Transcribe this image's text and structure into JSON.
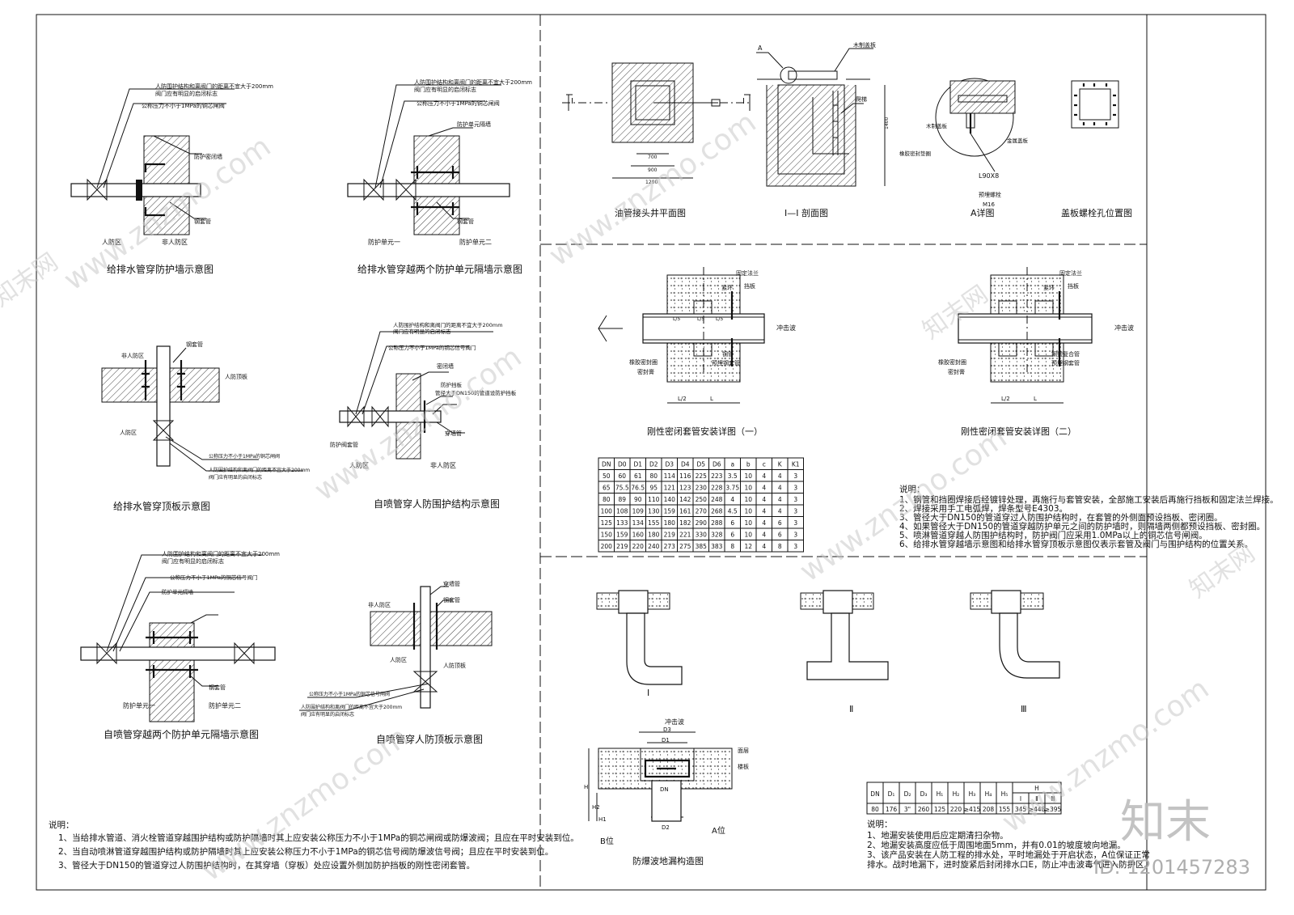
{
  "titles": {
    "wall": "给排水管穿防护墙示意图",
    "two_units": "给排水管穿越两个防护单元隔墙示意图",
    "roof": "给排水管穿顶板示意图",
    "sprinkler_struct": "自喷管穿人防围护结构示意图",
    "sprinkler_two": "自喷管穿越两个防护单元隔墙示意图",
    "sprinkler_roof": "自喷管穿人防顶板示意图",
    "oil_plan": "油管接头井平面图",
    "section": "I—I 剖面图",
    "detailA": "A详图",
    "bolt": "盖板螺栓孔位置图",
    "sleeve1": "刚性密闭套管安装详图（一）",
    "sleeve2": "刚性密闭套管安装详图（二）",
    "drain": "防爆波地漏构造图"
  },
  "labels": {
    "lead1": "人防围护结构和离阀门的距离不宜大于200mm",
    "lead2": "阀门应有明显的启闭标志",
    "lead3": "公称压力不小于1MPa的铜芯闸阀",
    "lead4": "公称压力不小于1MPa的铜芯信号阀门",
    "lead5": "公称压力不小于1MPa的铜芯信号闸阀",
    "lead6": "管径大于DN150的管道设防护挡板",
    "wall": "防护密闭墙",
    "unit_wall": "防护单元隔墙",
    "sleeve": "钢套管",
    "rf_zone": "人防区",
    "nonrf_zone": "非人防区",
    "unit1": "防护单元一",
    "unit2": "防护单元二",
    "rf_roof": "人防顶板",
    "baffle": "防护挡板",
    "wall_sleeve": "穿墙管",
    "closed_wall": "密闭墙",
    "sleeve_valve": "防护阀套管",
    "cover": "木制盖板",
    "ladder": "爬梯",
    "rubber": "橡胶密封垫圈",
    "steel_plate": "金属盖板",
    "angle": "L90X8",
    "bolt_embed": "预埋螺栓",
    "bolt_size": "M16",
    "shock": "冲击波",
    "fixing": "固定法兰",
    "tight": "紧环",
    "baffle_ring": "挡板",
    "rubber_ring": "橡胶密封圈",
    "steel_pipe": "钢管",
    "sealant": "密封膏",
    "embed_sleeve": "预埋钢套管",
    "steel_comp": "钢塑复合管",
    "A": "A",
    "I": "I",
    "roman1": "Ⅰ",
    "roman2": "Ⅱ",
    "roman3": "Ⅲ",
    "floor_face": "面层",
    "floor_slab": "楼板",
    "B_pos": "B位",
    "A_pos": "A位",
    "DN": "DN",
    "D1": "D1",
    "D2": "D2",
    "D3": "D3",
    "H": "H",
    "H1": "H1",
    "H2": "H2",
    "L2": "L/2",
    "L": "L",
    "L5": "L/5",
    "dim_700": "700",
    "dim_900": "900",
    "dim_1200": "1200",
    "dim_1400": "1400"
  },
  "sleeve_table": {
    "headers": [
      "DN",
      "D0",
      "D1",
      "D2",
      "D3",
      "D4",
      "D5",
      "D6",
      "a",
      "b",
      "c",
      "K",
      "K1"
    ],
    "rows": [
      [
        "50",
        "60",
        "61",
        "80",
        "114",
        "116",
        "225",
        "223",
        "3.5",
        "10",
        "4",
        "4",
        "3"
      ],
      [
        "65",
        "75.5",
        "76.5",
        "95",
        "121",
        "123",
        "230",
        "228",
        "3.75",
        "10",
        "4",
        "4",
        "3"
      ],
      [
        "80",
        "89",
        "90",
        "110",
        "140",
        "142",
        "250",
        "248",
        "4",
        "10",
        "4",
        "4",
        "3"
      ],
      [
        "100",
        "108",
        "109",
        "130",
        "159",
        "161",
        "270",
        "268",
        "4.5",
        "10",
        "4",
        "4",
        "3"
      ],
      [
        "125",
        "133",
        "134",
        "155",
        "180",
        "182",
        "290",
        "288",
        "6",
        "10",
        "4",
        "6",
        "3"
      ],
      [
        "150",
        "159",
        "160",
        "180",
        "219",
        "221",
        "330",
        "328",
        "6",
        "10",
        "4",
        "6",
        "3"
      ],
      [
        "200",
        "219",
        "220",
        "240",
        "273",
        "275",
        "385",
        "383",
        "8",
        "12",
        "4",
        "8",
        "3"
      ]
    ]
  },
  "drain_table": {
    "headers": [
      "DN",
      "D₁",
      "D₂",
      "D₃",
      "H₁",
      "H₂",
      "H₃",
      "H₄",
      "H₅",
      "H"
    ],
    "sub": [
      "Ⅰ",
      "Ⅱ",
      "Ⅲ"
    ],
    "row": [
      "80",
      "176",
      "3\"",
      "260",
      "125",
      "220",
      "≥415",
      "208",
      "155",
      "345",
      "≥448",
      "≥395"
    ]
  },
  "notes_left": {
    "head": "说明：",
    "items": [
      "1、当给排水管道、消火栓管道穿越围护结构或防护隔墙时其上应安装公称压力不小于1MPa的铜芯闸阀或防爆波阀；且应在平时安装到位。",
      "2、当自动喷淋管道穿越围护结构或防护隔墙时其上应安装公称压力不小于1MPa的铜芯信号阀防爆波信号阀；且应在平时安装到位。",
      "3、管径大于DN150的管道穿过人防围护结构时，在其穿墙（穿板）处应设置外侧加防护挡板的刚性密闭套管。"
    ]
  },
  "notes_mid": {
    "head": "说明：",
    "items": [
      "1、钢管和挡圈焊接后经镀锌处理，再施行与套管安装，全部施工安装后再施行挡板和固定法兰焊接。",
      "2、焊接采用手工电弧焊，焊条型号E4303。",
      "3、管径大于DN150的管道穿过人防围护结构时，在套管的外侧面预设挡板、密闭圈。",
      "4、如果管径大于DN150的管道穿越防护单元之间的防护墙时，则隔墙两侧都预设挡板、密封圈。",
      "5、喷淋管道穿越人防围护结构时，防护阀门应采用1.0MPa以上的铜芯信号闸阀。",
      "6、给排水管穿越墙示意图和给排水管穿顶板示意图仅表示套管及阀门与围护结构的位置关系。"
    ]
  },
  "notes_right": {
    "head": "说明：",
    "items": [
      "1、地漏安装使用后应定期清扫杂物。",
      "2、地漏安装高度应低于周围地面5mm，并有0.01的坡度坡向地漏。",
      "3、该产品安装在人防工程的排水处，平时地漏处于开启状态，A位保证正常",
      "   排水。战时地漏下，进时旋紧后封闭排水口E，防止冲击波毒气进入防护区。"
    ]
  },
  "watermark": {
    "site": "www.znzmo.com",
    "logo": "知末",
    "brand": "知末网",
    "id": "ID: 1201457283"
  }
}
